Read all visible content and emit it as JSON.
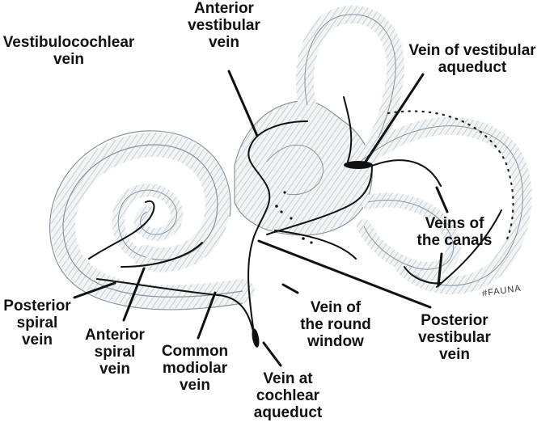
{
  "labels": {
    "vestibulocochlear_vein": "Vestibulocochlear\nvein",
    "anterior_vestibular_vein": "Anterior\nvestibular\nvein",
    "vein_of_vestibular_aqueduct": "Vein of vestibular\naqueduct",
    "veins_of_the_canals": "Veins of\nthe canals",
    "posterior_spiral_vein": "Posterior\nspiral\nvein",
    "anterior_spiral_vein": "Anterior\nspiral\nvein",
    "common_modiolar_vein": "Common\nmodiolar\nvein",
    "vein_at_cochlear_aqueduct": "Vein at\ncochlear\naqueduct",
    "vein_of_the_round_window": "Vein of\nthe round\nwindow",
    "posterior_vestibular_vein": "Posterior\nvestibular\nvein"
  },
  "signature": "#FAUNA",
  "colors": {
    "ink": "#111111",
    "shading": "#9aa3ab",
    "fill": "#eef1f3"
  }
}
